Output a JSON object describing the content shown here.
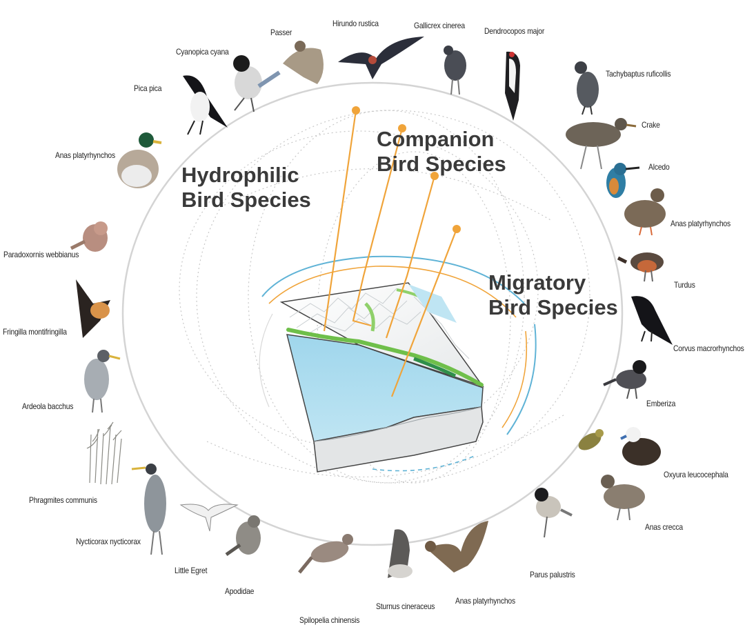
{
  "categories": {
    "hydrophilic": {
      "line1": "Hydrophilic",
      "line2": "Bird Species"
    },
    "companion": {
      "line1": "Companion",
      "line2": "Bird Species"
    },
    "migratory": {
      "line1": "Migratory",
      "line2": "Bird Species"
    }
  },
  "species": [
    "Hirundo rustica",
    "Gallicrex cinerea",
    "Dendrocopos major",
    "Passer",
    "Cyanopica cyana",
    "Tachybaptus ruficollis",
    "Pica pica",
    "Crake",
    "Anas platyrhynchos",
    "Alcedo",
    "Anas platyrhynchos",
    "Paradoxornis webbianus",
    "Turdus",
    "Fringilla montifringilla",
    "Corvus macrorhynchos",
    "Emberiza",
    "Ardeola bacchus",
    "Oxyura leucocephala",
    "Phragmites communis",
    "Anas crecca",
    "Nycticorax nycticorax",
    "Parus palustris",
    "Little Egret",
    "Apodidae",
    "Sturnus cineraceus",
    "Anas platyrhynchos",
    "Spilopelia chinensis"
  ],
  "colors": {
    "accent_orange": "#f0a43a",
    "accent_blue": "#5fb3d6",
    "water": "#a9dcef",
    "greenery": "#6fbf4a",
    "ring": "#cfcfcf"
  },
  "icons": [
    "bird-icon",
    "reed-grass-icon"
  ]
}
